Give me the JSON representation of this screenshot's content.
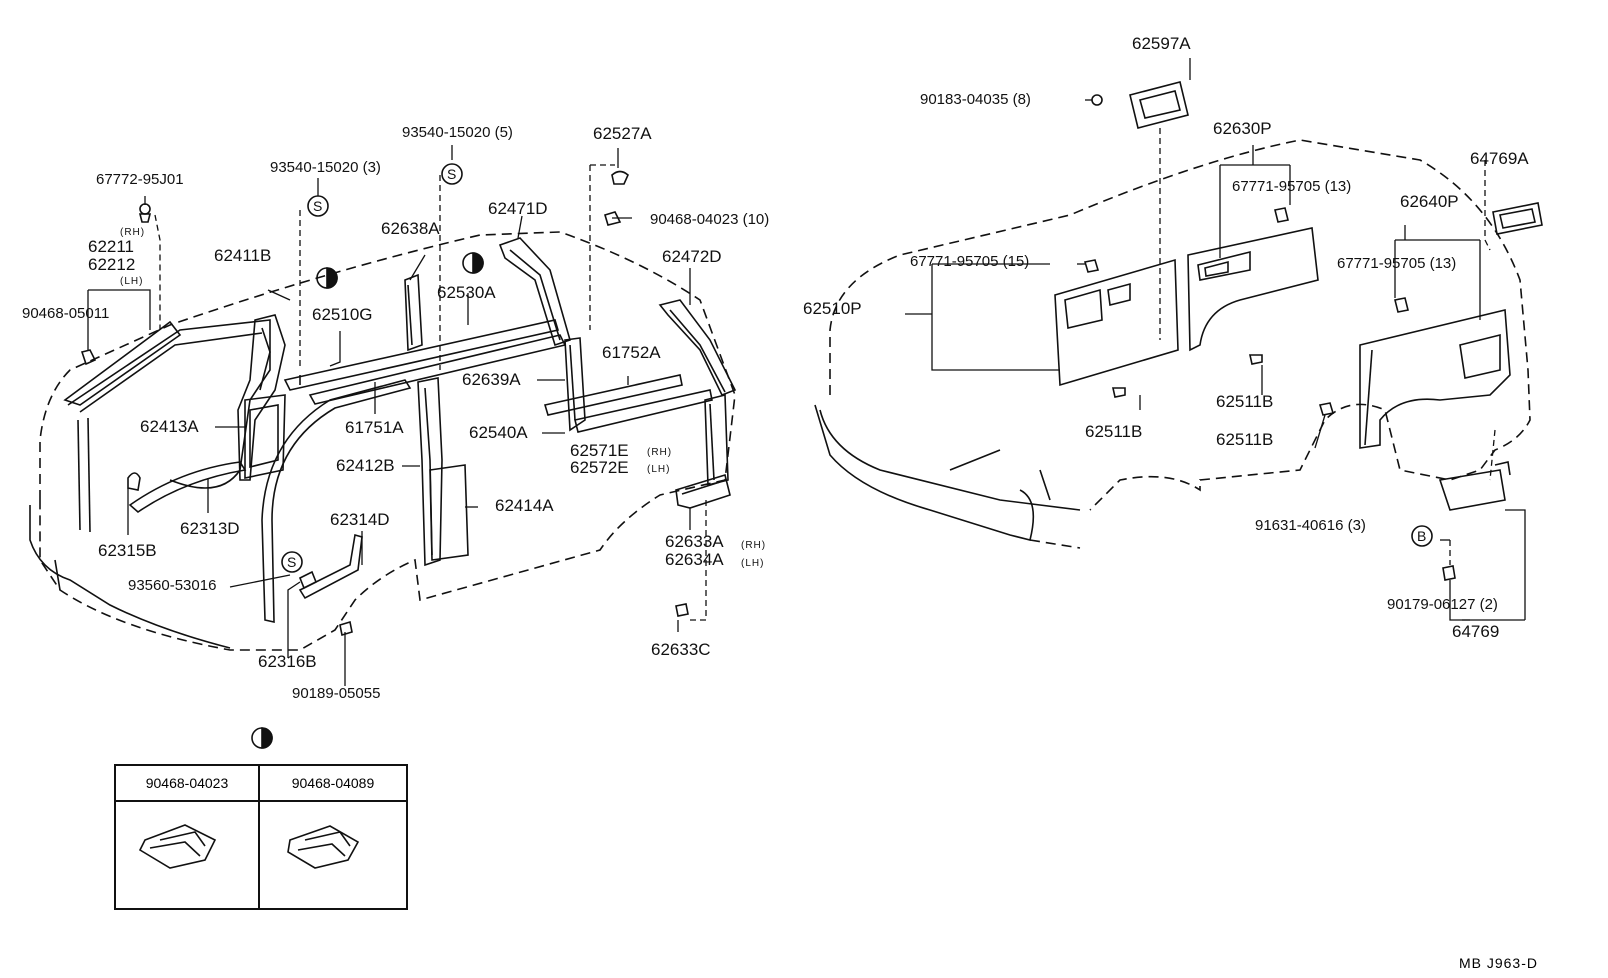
{
  "diagram": {
    "left_labels": {
      "p67772": "67772-95J01",
      "p62211": "62211",
      "p62212": "62212",
      "rh1": "(RH)",
      "lh1": "(LH)",
      "p90468_05011": "90468-05011",
      "p62413A": "62413A",
      "p62313D": "62313D",
      "p62315B": "62315B",
      "p93560": "93560-53016",
      "p62316B": "62316B",
      "p90189": "90189-05055",
      "p62314D": "62314D",
      "p62412B": "62412B",
      "p62414A": "62414A",
      "p61751A": "61751A",
      "p62510G": "62510G",
      "p62411B": "62411B",
      "p93540_3": "93540-15020 (3)",
      "p93540_5": "93540-15020 (5)",
      "p62638A": "62638A",
      "p62530A": "62530A",
      "p62471D": "62471D",
      "p62527A": "62527A",
      "p90468_04023_10": "90468-04023 (10)",
      "p62472D": "62472D",
      "p61752A": "61752A",
      "p62639A": "62639A",
      "p62540A": "62540A",
      "p62571E": "62571E",
      "p62572E": "62572E",
      "rh2": "(RH)",
      "lh2": "(LH)",
      "p62633A": "62633A",
      "p62634A": "62634A",
      "rh3": "(RH)",
      "lh3": "(LH)",
      "p62633C": "62633C"
    },
    "right_labels": {
      "p62597A": "62597A",
      "p90183": "90183-04035 (8)",
      "p62630P": "62630P",
      "p67771_13a": "67771-95705 (13)",
      "p67771_15": "67771-95705 (15)",
      "p62510P": "62510P",
      "p62511B_a": "62511B",
      "p62511B_b": "62511B",
      "p62511B_c": "62511B",
      "p64769A": "64769A",
      "p62640P": "62640P",
      "p67771_13b": "67771-95705 (13)",
      "p91631": "91631-40616 (3)",
      "p90179": "90179-06127 (2)",
      "p64769": "64769"
    },
    "symbols": {
      "s_mark": "S",
      "b_mark": "B"
    },
    "legend": {
      "col1": "90468-04023",
      "col2": "90468-04089"
    },
    "drawing_code": "MB  J963-D"
  }
}
